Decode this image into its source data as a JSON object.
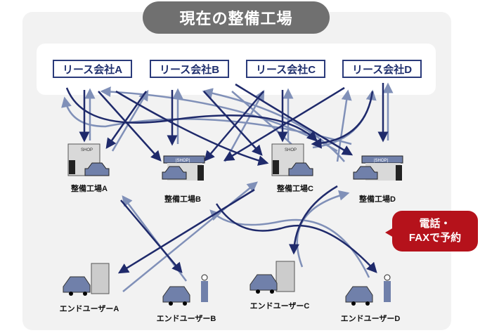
{
  "title": "現在の整備工場",
  "lease_companies": [
    "リース会社A",
    "リース会社B",
    "リース会社C",
    "リース会社D"
  ],
  "shops": [
    "整備工場A",
    "整備工場B",
    "整備工場C",
    "整備工場D"
  ],
  "shop_sign": "SHOP",
  "end_users": [
    "エンドユーザーA",
    "エンドユーザーB",
    "エンドユーザーC",
    "エンドユーザーD"
  ],
  "bubble": {
    "line1": "電話・",
    "line2": "FAXで予約"
  },
  "colors": {
    "dark_arrow": "#1f2a6b",
    "light_arrow": "#8090b8",
    "bubble": "#b5121b",
    "panel": "#f2f2f2"
  }
}
